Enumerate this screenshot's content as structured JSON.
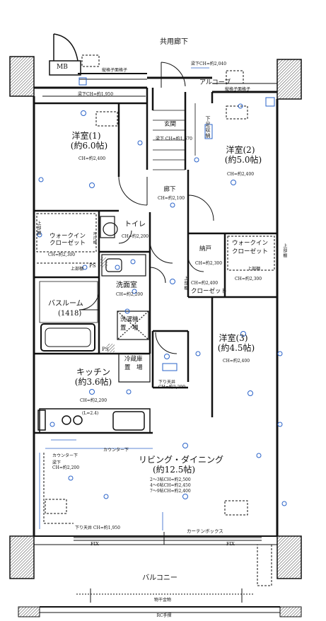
{
  "labels": {
    "common_corridor": "共用廊下",
    "mb": "MB",
    "lattice_top": "縦格子面格子",
    "lattice_top2": "縦格子面格子",
    "bar_note": "梁下CH=約2,040",
    "alcove": "アルコーブ",
    "beam_ch1950": "梁下CH=約1,950",
    "entrance": "玄関",
    "shoe_storage": "下足収納",
    "ch_1670": "梁下 CH=約1,670",
    "bedroom1": "洋室(1)",
    "bedroom1_size": "(約6.0帖)",
    "bedroom1_ch": "CH=約2,400",
    "bedroom2": "洋室(2)",
    "bedroom2_size": "(約5.0帖)",
    "bedroom2_ch": "CH=約2,400",
    "hallway": "廊下",
    "hallway_ch": "CH=約2,100",
    "upper_shelf1": "上部棚",
    "walkin1": "ウォークイン",
    "walkin1b": "クローゼット",
    "walkin1_ch": "CH=約2,300",
    "upper_shelf_bottom": "上部棚",
    "toilet": "トイレ",
    "toilet_ch": "CH=約2,200",
    "shelf_small": "吊戸棚",
    "storage": "納戸",
    "storage_ch": "CH=約2,300",
    "walkin2": "ウォークイン",
    "walkin2b": "クローゼット",
    "walkin2_ch": "CH=約2,300",
    "upper_shelf2": "上部棚",
    "upper_shelf3": "上部棚",
    "closet": "クローゼット",
    "closet_ch": "CH=約2,400",
    "upper_shelf_closet": "上部棚",
    "ps1": "PS",
    "washroom": "洗面室",
    "washroom_ch": "CH=約2,200",
    "bathroom": "バスルーム",
    "bathroom_size": "(1418)",
    "washer1": "洗濯機",
    "washer2": "置　場",
    "bedroom3": "洋室(3)",
    "bedroom3_size": "(約4.5帖)",
    "bedroom3_ch": "CH=約2,400",
    "ps2": "PS",
    "fridge1": "冷蔵庫",
    "fridge2": "置　場",
    "kitchen": "キッチン",
    "kitchen_size": "(約3.6帖)",
    "kitchen_ch": "CH=約2,200",
    "ceiling_note": "下り天井",
    "ceiling_ch": "CH=約2,200",
    "l24": "(L=2.4)",
    "counter_down1": "カウンター下",
    "counter_down2": "カウンター下",
    "beam_small": "梁下",
    "beam_small_ch": "CH=約2,200",
    "living": "リビング・ダイニング",
    "living_size": "(約12.5帖)",
    "living_ch1": "2～3帖CH=約2,500",
    "living_ch2": "4～6帖CH=約2,450",
    "living_ch3": "7～9帖CH=約2,400",
    "fix_left": "FIX",
    "fix_right": "FIX",
    "curtain_box": "カーテンボックス",
    "ceiling_bottom": "下り天井 CH=約1,950",
    "balcony": "バルコニー",
    "hanging": "物干金物",
    "rc_rail": "RC手摺"
  },
  "colors": {
    "wall": "#111111",
    "blue": "#2a63c9",
    "hatch": "#555555"
  }
}
